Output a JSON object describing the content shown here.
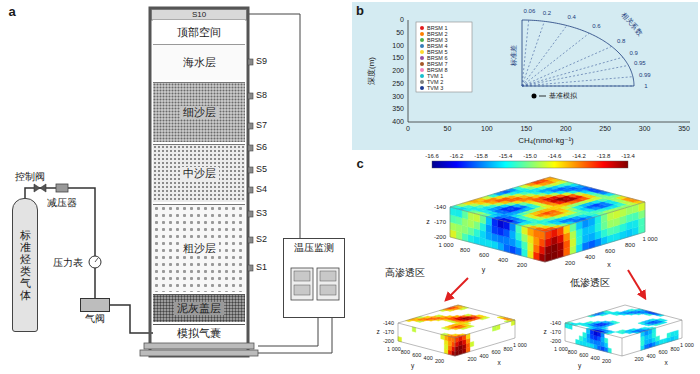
{
  "diagram": {
    "nodes": [
      {
        "text": [
          "标准烃类气体"
        ]
      },
      {
        "text": [
          "气阀"
        ]
      },
      {
        "text": [
          "顶部空间"
        ]
      },
      {
        "text": [
          "海水层"
        ]
      },
      {
        "text": [
          "细沙层"
        ]
      },
      {
        "text": [
          "中沙层"
        ]
      },
      {
        "text": [
          "粗沙层"
        ]
      },
      {
        "text": [
          "泥灰盖层"
        ]
      },
      {
        "text": [
          "模拟气囊"
        ]
      },
      {
        "text": [
          "温压监测"
        ]
      }
    ],
    "edges": [
      {
        "from": 0,
        "to": 1,
        "arrow": "none"
      },
      {
        "from": 1,
        "to": 8,
        "arrow": "none"
      }
    ],
    "labels": [
      "a",
      "S10",
      "S9",
      "S8",
      "S7",
      "S6",
      "S5",
      "S4",
      "S3",
      "S2",
      "S1",
      "控制阀",
      "减压器",
      "压力表",
      "b",
      "深度(m)",
      "0",
      "50",
      "100",
      "150",
      "200",
      "250",
      "300",
      "350",
      "400",
      "0",
      "50",
      "100",
      "150",
      "200",
      "250",
      "300",
      "350",
      "CH₄(nmol·kg⁻¹)",
      "标准差",
      "相关系数",
      "0.06",
      "0.2",
      "0.4",
      "0.6",
      "0.8",
      "0.9",
      "0.95",
      "0.99",
      "1",
      "基准模拟",
      "c",
      "-16.6",
      "-16.2",
      "-15.8",
      "-15.4",
      "-15.0",
      "-14.6",
      "-14.2",
      "-13.8",
      "-13.4",
      "高渗透区",
      "低渗透区",
      "z",
      "-140",
      "-170",
      "-200",
      "y",
      "200",
      "400",
      "600",
      "800",
      "1 000",
      "x",
      "200",
      "400",
      "600",
      "800",
      "1 000",
      "z",
      "-140",
      "-170",
      "-200",
      "y",
      "200",
      "400",
      "600",
      "800",
      "1 000",
      "x",
      "200",
      "400",
      "600",
      "800",
      "1 000",
      "z",
      "-140",
      "-170",
      "-200",
      "y",
      "200",
      "400",
      "600",
      "800",
      "1 000",
      "x",
      "200",
      "400",
      "600",
      "800",
      "1 000"
    ],
    "legend": [
      {
        "text": "BRSM 1",
        "color": "#e41a1c"
      },
      {
        "text": "BRSM 2",
        "color": "#ff7f00"
      },
      {
        "text": "BRSM 3",
        "color": "#4daf4a"
      },
      {
        "text": "BRSM 4",
        "color": "#377eb8"
      },
      {
        "text": "BRSM 5",
        "color": "#ffd92f"
      },
      {
        "text": "BRSM 6",
        "color": "#984ea3"
      },
      {
        "text": "BRSM 7",
        "color": "#a65628"
      },
      {
        "text": "BRSM 8",
        "color": "#f781bf"
      },
      {
        "text": "TVM 1",
        "color": "#17becf"
      },
      {
        "text": "TVM 2",
        "color": "#7f7f7f"
      },
      {
        "text": "TVM 3",
        "color": "#1f3a93"
      }
    ]
  }
}
